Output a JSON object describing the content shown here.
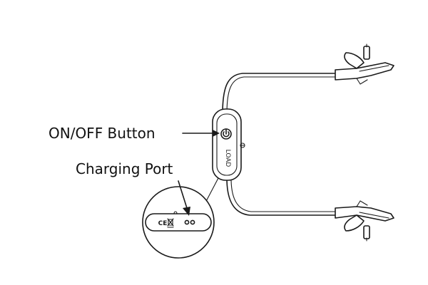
{
  "labels": {
    "on_off_button": "ON/OFF Button",
    "charging_port": "Charging Port"
  },
  "device": {
    "logo_text": "CE",
    "model_vertical": "LOAD"
  },
  "colors": {
    "line": "#1a1a1a",
    "background": "#ffffff",
    "text": "#111111"
  },
  "icons": [
    "power-icon",
    "arrow-right-icon",
    "arrow-down-icon",
    "ce-mark-icon",
    "recycle-bin-icon"
  ]
}
